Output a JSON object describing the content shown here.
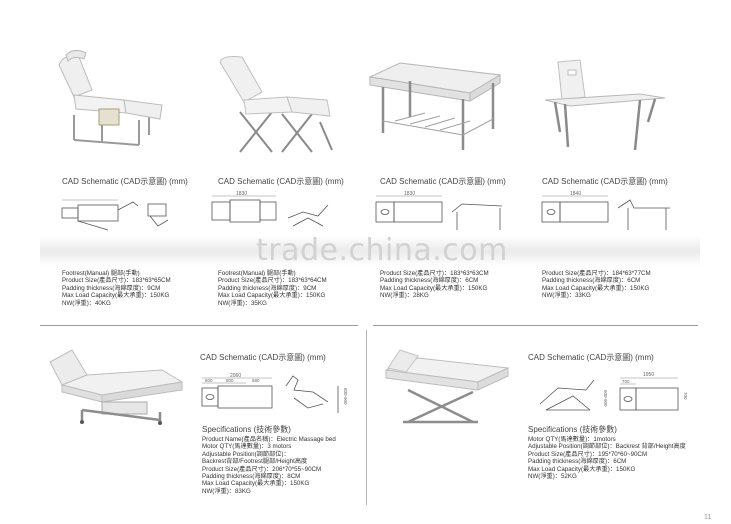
{
  "watermark": "trade.china.com",
  "page_number": "11",
  "top_products": [
    {
      "cad_title": "CAD Schematic (CAD示意圖) (mm)",
      "specs": [
        "Footrest(Manual) 腿部(手動)",
        "Product Size(產品尺寸)：183*63*65CM",
        "Padding thickness(海綿厚度)：9CM",
        "Max Load Capacity(最大承重)：150KG",
        "NW(淨重)：40KG"
      ]
    },
    {
      "cad_title": "CAD Schematic (CAD示意圖) (mm)",
      "dims": [
        "1830"
      ],
      "specs": [
        "Footrest(Manual) 腿部(手動)",
        "Product Size(產品尺寸)：183*63*64CM",
        "Padding thickness(海綿厚度)：9CM",
        "Max Load Capacity(最大承重)：150KG",
        "NW(淨重)：35KG"
      ]
    },
    {
      "cad_title": "CAD Schematic (CAD示意圖) (mm)",
      "dims": [
        "1830"
      ],
      "specs": [
        "Product Size(產品尺寸)：183*63*63CM",
        "Padding thickness(海綿厚度)：6CM",
        "Max Load Capacity(最大承重)：150KG",
        "NW(淨重)：28KG"
      ]
    },
    {
      "cad_title": "CAD Schematic (CAD示意圖) (mm)",
      "dims": [
        "1840"
      ],
      "specs": [
        "Product Size(產品尺寸)：184*63*77CM",
        "Padding thickness(海綿厚度)：6CM",
        "Max Load Capacity(最大承重)：150KG",
        "NW(淨重)：33KG"
      ]
    }
  ],
  "bottom_products": [
    {
      "cad_title": "CAD Schematic (CAD示意圖) (mm)",
      "dims": [
        "2060",
        "600",
        "800",
        "680",
        "600-900"
      ],
      "spec_title": "Specifications (技術參數)",
      "specs": [
        "Product Name(產品名稱)：Electric Massage bed",
        "Motor QTY(馬達數量)：3 motors",
        "Adjustable Position(調節部位)：",
        "Backrest背部/Footrest腿部/Height高度",
        "Product Size(產品尺寸)：206*70*55~90CM",
        "Padding thickness(海綿厚度)：8CM",
        "Max Load Capacity(最大承重)：150KG",
        "NW(淨重)：83KG"
      ]
    },
    {
      "cad_title": "CAD Schematic (CAD示意圖) (mm)",
      "dims": [
        "1950",
        "700",
        "600-900",
        "700"
      ],
      "spec_title": "Specifications (技術參數)",
      "specs": [
        "Motor QTY(馬達數量)：1motors",
        "Adjustable Position(調節部位)：Backrest 背部/Height高度",
        "Product Size(產品尺寸)：195*70*60~90CM",
        "Padding thickness(海綿厚度)：6CM",
        "Max Load Capacity(最大承重)：150KG",
        "NW(淨重)：52KG"
      ]
    }
  ]
}
